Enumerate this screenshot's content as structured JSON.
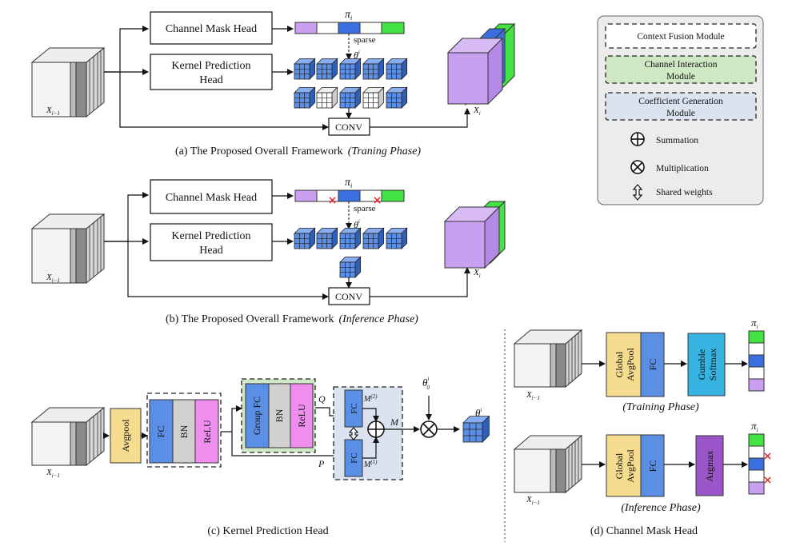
{
  "legend": {
    "context_fusion": "Context Fusion Module",
    "channel_interaction": "Channel Interaction Module",
    "coefficient_generation": "Coefficient Generation Module",
    "summation": "Summation",
    "multiplication": "Multiplication",
    "shared_weights": "Shared weights"
  },
  "panel_a": {
    "mask_head": "Channel Mask Head",
    "kernel_head_l1": "Kernel Prediction",
    "kernel_head_l2": "Head",
    "sparse": "sparse",
    "pi": "π",
    "pi_sub": "i",
    "theta": "θ",
    "theta_sup": "i",
    "conv": "CONV",
    "x_in": "X",
    "x_in_sub": "i−1",
    "x_out": "X",
    "x_out_sub": "i",
    "caption": "(a) The Proposed Overall Framework",
    "caption_phase": "(Traning Phase)"
  },
  "panel_b": {
    "mask_head": "Channel Mask Head",
    "kernel_head_l1": "Kernel Prediction",
    "kernel_head_l2": "Head",
    "sparse": "sparse",
    "pi": "π",
    "pi_sub": "i",
    "theta": "θ",
    "theta_sup": "i",
    "conv": "CONV",
    "x_in": "X",
    "x_in_sub": "i−1",
    "x_out": "X",
    "x_out_sub": "i",
    "caption": "(b) The Proposed Overall Framework",
    "caption_phase": "(Inference Phase)"
  },
  "panel_c": {
    "avgpool": "Avgpool",
    "fc": "FC",
    "bn": "BN",
    "relu": "ReLU",
    "group_fc": "Group FC",
    "bn2": "BN",
    "relu2": "ReLU",
    "q": "Q",
    "p": "P",
    "fc_top": "FC",
    "fc_bottom": "FC",
    "m2": "M",
    "m2_sup": "(2)",
    "m1": "M",
    "m1_sup": "(1)",
    "m": "M",
    "theta0": "θ",
    "theta0_sub": "0",
    "theta0_sup": "i",
    "theta": "θ",
    "theta_sup": "i",
    "x_in": "X",
    "x_in_sub": "i−1",
    "caption": "(c) Kernel Prediction Head"
  },
  "panel_d": {
    "global_avgpool_1": "Global",
    "global_avgpool_2": "AvgPool",
    "fc": "FC",
    "gumble_1": "Gumble",
    "gumble_2": "Softmax",
    "training_phase": "(Training Phase)",
    "global_avgpool_b1": "Global",
    "global_avgpool_b2": "AvgPool",
    "fc_b": "FC",
    "argmax": "Argmax",
    "inference_phase": "(Inference Phase)",
    "pi": "π",
    "pi_sub": "i",
    "x_in": "X",
    "x_in_sub": "i−1",
    "caption": "(d)  Channel Mask Head"
  },
  "colors": {
    "purple": "#c9a0f0",
    "blue": "#3b6fe0",
    "green": "#42e342",
    "kernel_blue": "#5b8fe6",
    "avgpool": "#f6dc8e",
    "fc": "#5b8fe6",
    "bn": "#d0d0d0",
    "relu": "#f08ef0",
    "legend_bg": "#ececec",
    "green_module": "#cfe8c4",
    "blue_module": "#dbe3f1",
    "gumble": "#36b3e0",
    "argmax": "#9a55c8"
  }
}
